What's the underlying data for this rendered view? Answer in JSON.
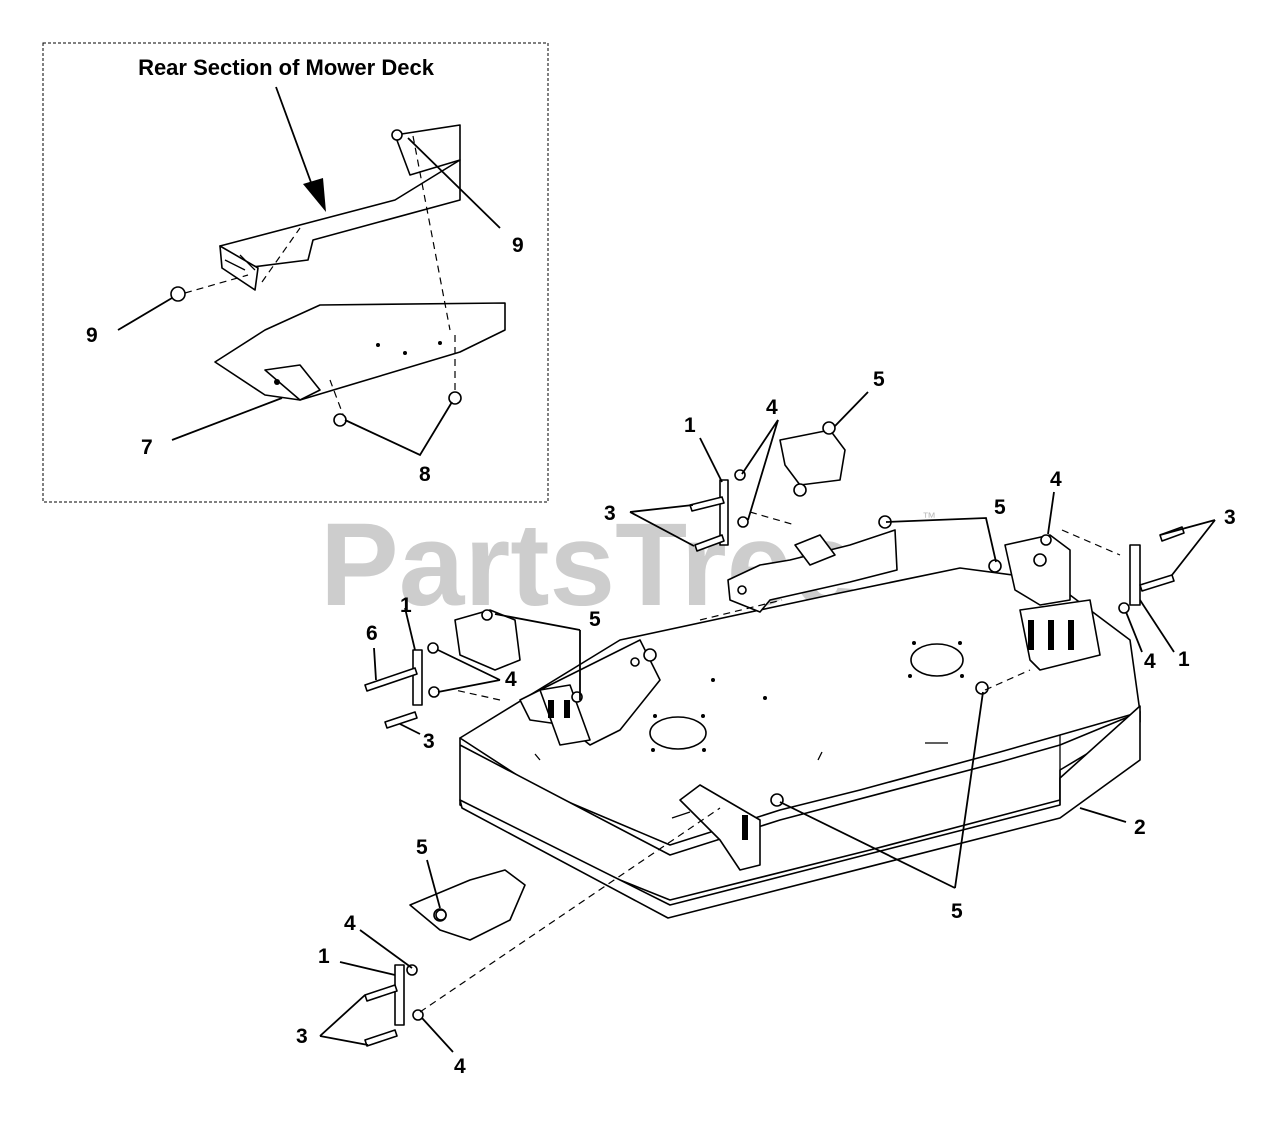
{
  "watermark": {
    "text": "PartsTree",
    "trademark": "™"
  },
  "inset": {
    "title": "Rear Section of Mower Deck"
  },
  "callouts": [
    {
      "id": "c9a",
      "label": "9"
    },
    {
      "id": "c9b",
      "label": "9"
    },
    {
      "id": "c7",
      "label": "7"
    },
    {
      "id": "c8",
      "label": "8"
    },
    {
      "id": "c1a",
      "label": "1"
    },
    {
      "id": "c4a",
      "label": "4"
    },
    {
      "id": "c5a",
      "label": "5"
    },
    {
      "id": "c3a",
      "label": "3"
    },
    {
      "id": "c5b",
      "label": "5"
    },
    {
      "id": "c4b",
      "label": "4"
    },
    {
      "id": "c3b",
      "label": "3"
    },
    {
      "id": "c1b",
      "label": "1"
    },
    {
      "id": "c4c",
      "label": "4"
    },
    {
      "id": "c1c",
      "label": "1"
    },
    {
      "id": "c6",
      "label": "6"
    },
    {
      "id": "c5c",
      "label": "5"
    },
    {
      "id": "c4d",
      "label": "4"
    },
    {
      "id": "c3c",
      "label": "3"
    },
    {
      "id": "c2",
      "label": "2"
    },
    {
      "id": "c5d",
      "label": "5"
    },
    {
      "id": "c5e",
      "label": "5"
    },
    {
      "id": "c4e",
      "label": "4"
    },
    {
      "id": "c1d",
      "label": "1"
    },
    {
      "id": "c3d",
      "label": "3"
    },
    {
      "id": "c4f",
      "label": "4"
    }
  ]
}
